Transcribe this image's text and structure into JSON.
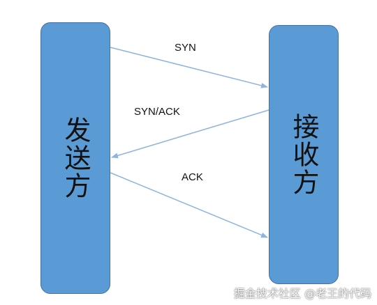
{
  "actors": {
    "sender": {
      "label": "发送方"
    },
    "receiver": {
      "label": "接收方"
    }
  },
  "messages": [
    {
      "label": "SYN",
      "direction": "sender-to-receiver"
    },
    {
      "label": "SYN/ACK",
      "direction": "receiver-to-sender"
    },
    {
      "label": "ACK",
      "direction": "sender-to-receiver"
    }
  ],
  "watermark": "掘金技术社区 @老王的代码",
  "colors": {
    "box_fill": "#5b9bd5",
    "box_border": "#41719c",
    "arrow": "#8fb4de",
    "text": "#111111"
  }
}
